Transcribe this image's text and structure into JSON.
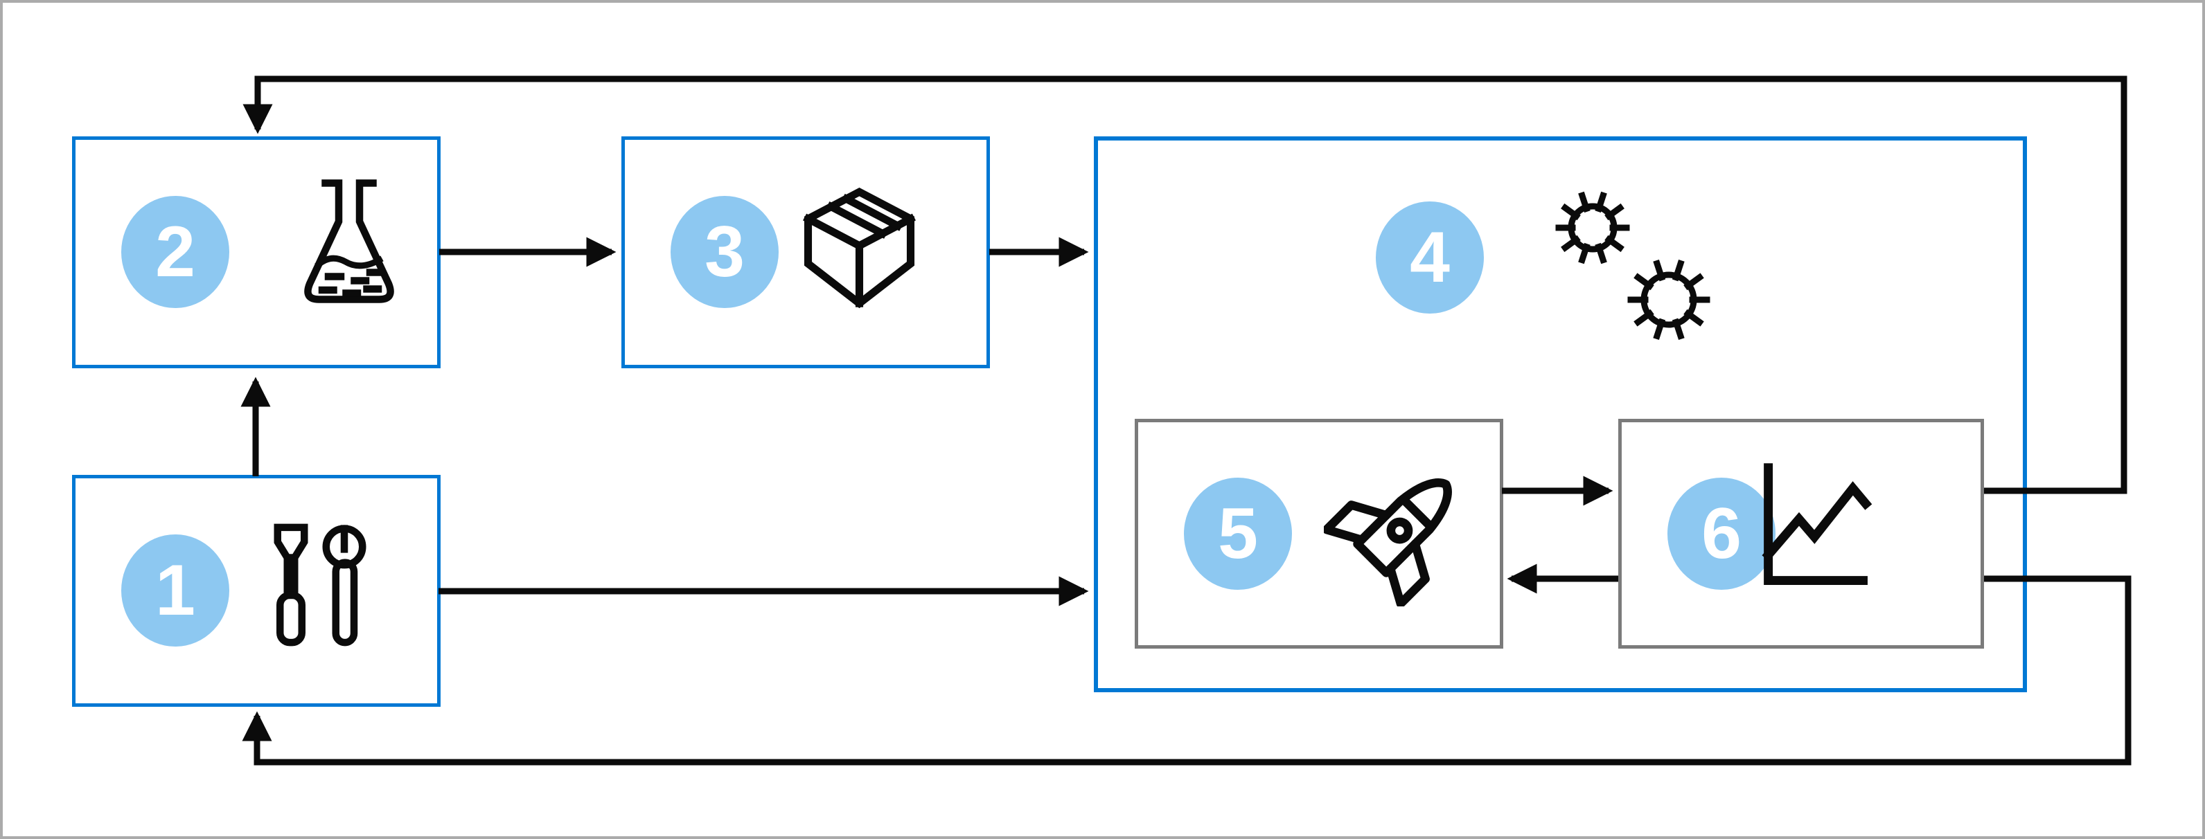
{
  "diagram": {
    "title": "",
    "type": "process-flow",
    "colors": {
      "box_border_blue": "#0078d4",
      "box_border_gray": "#7b7b7b",
      "badge_fill": "#8dc8f1",
      "badge_text": "#ffffff",
      "arrow": "#0b0b0b",
      "outer_frame": "#ababab",
      "background": "#ffffff"
    },
    "boxes": [
      {
        "id": "box-1",
        "number": "1",
        "icon": "tools-icon",
        "border": "blue"
      },
      {
        "id": "box-2",
        "number": "2",
        "icon": "flask-icon",
        "border": "blue"
      },
      {
        "id": "box-3",
        "number": "3",
        "icon": "package-icon",
        "border": "blue"
      },
      {
        "id": "box-4",
        "number": "4",
        "icon": "germs-icon",
        "border": "blue",
        "contains": [
          "box-5",
          "box-6"
        ]
      },
      {
        "id": "box-5",
        "number": "5",
        "icon": "rocket-icon",
        "border": "gray"
      },
      {
        "id": "box-6",
        "number": "6",
        "icon": "line-chart-icon",
        "border": "gray"
      }
    ],
    "connections": [
      {
        "from": "box-1",
        "to": "box-2",
        "style": "straight-up"
      },
      {
        "from": "box-2",
        "to": "box-3",
        "style": "straight-right"
      },
      {
        "from": "box-3",
        "to": "box-4",
        "style": "straight-right"
      },
      {
        "from": "box-1",
        "to": "box-4",
        "style": "straight-right"
      },
      {
        "from": "box-5",
        "to": "box-6",
        "style": "straight-right"
      },
      {
        "from": "box-6",
        "to": "box-5",
        "style": "straight-left"
      },
      {
        "from": "box-6",
        "to": "box-2",
        "style": "top-feedback-loop"
      },
      {
        "from": "box-6",
        "to": "box-1",
        "style": "bottom-feedback-loop"
      }
    ]
  }
}
